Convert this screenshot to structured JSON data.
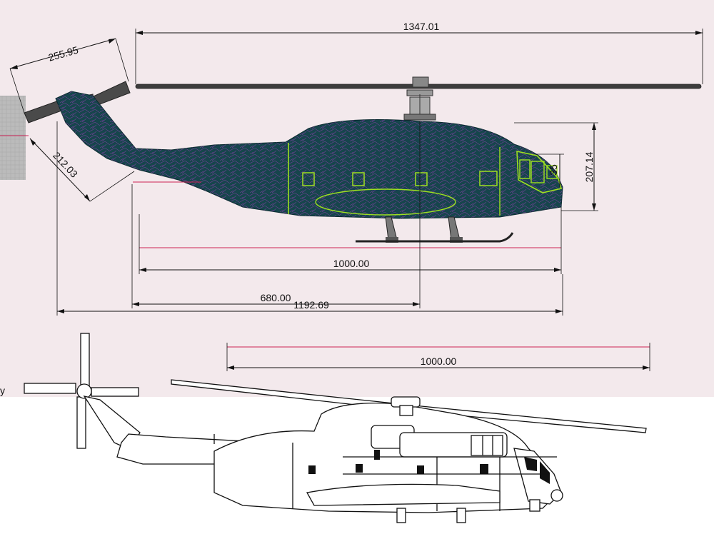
{
  "colors": {
    "cad_background": "#f3e9ec",
    "fuselage": "#16454c",
    "mesh": "#c23bd6",
    "outline_green": "#9ee020",
    "reference_line": "#cc2255",
    "grey_panel": "#b9b9b9",
    "rotor": "#404040"
  },
  "dimensions": {
    "main_rotor_span": "1347.01",
    "tail_rotor_span": "255.95",
    "tail_boom": "212.03",
    "height": "207.14",
    "nose": "35",
    "body_length": "1000.00",
    "rotor_axis_distance": "680.00",
    "overall_length": "1192.69",
    "scale_reference": "1000.00"
  },
  "icons": {
    "cad_model": "helicopter-3d-model-icon",
    "line_drawing": "helicopter-side-view-drawing-icon"
  }
}
